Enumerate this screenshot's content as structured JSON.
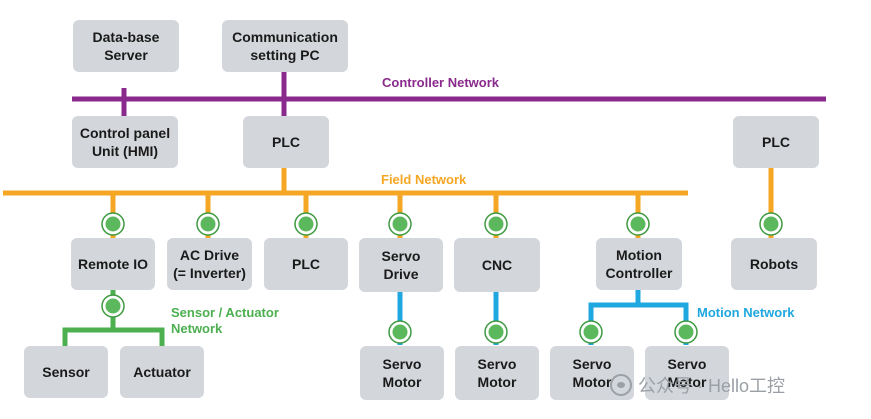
{
  "boxes": {
    "database_server": "Data-base\nServer",
    "comm_pc": "Communication\nsetting PC",
    "hmi": "Control panel\nUnit (HMI)",
    "plc_top": "PLC",
    "plc_right": "PLC",
    "remote_io": "Remote IO",
    "ac_drive": "AC Drive\n(= Inverter)",
    "plc_field": "PLC",
    "servo_drive": "Servo\nDrive",
    "cnc": "CNC",
    "motion_controller": "Motion\nController",
    "robots": "Robots",
    "sensor": "Sensor",
    "actuator": "Actuator",
    "servo_motor_1": "Servo\nMotor",
    "servo_motor_2": "Servo\nMotor",
    "servo_motor_3": "Servo\nMotor",
    "servo_motor_4": "Servo\nMotor"
  },
  "networks": {
    "controller": "Controller Network",
    "field": "Field Network",
    "sensor_actuator": "Sensor / Actuator\nNetwork",
    "motion": "Motion Network"
  },
  "colors": {
    "controller": "#8a2a8c",
    "field": "#f5a623",
    "sensor_actuator": "#4caf50",
    "motion": "#1fa7e0",
    "box": "#d3d6db"
  },
  "watermark": "公众号 · Hello工控"
}
